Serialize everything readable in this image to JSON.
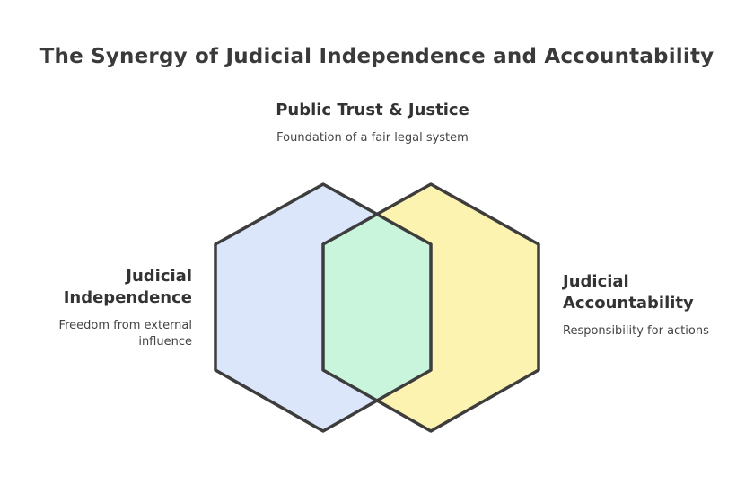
{
  "title": "The Synergy of Judicial Independence and Accountability",
  "colors": {
    "independence_fill": "#dbe6fb",
    "accountability_fill": "#fdf3b0",
    "overlap_fill": "#c9f5dd",
    "stroke": "#3d3d3d"
  },
  "sets": {
    "public_trust": {
      "heading": "Public Trust & Justice",
      "description": "Foundation of a fair legal system"
    },
    "independence": {
      "heading": "Judicial Independence",
      "description": "Freedom from external influence"
    },
    "accountability": {
      "heading": "Judicial Accountability",
      "description": "Responsibility for actions"
    }
  }
}
